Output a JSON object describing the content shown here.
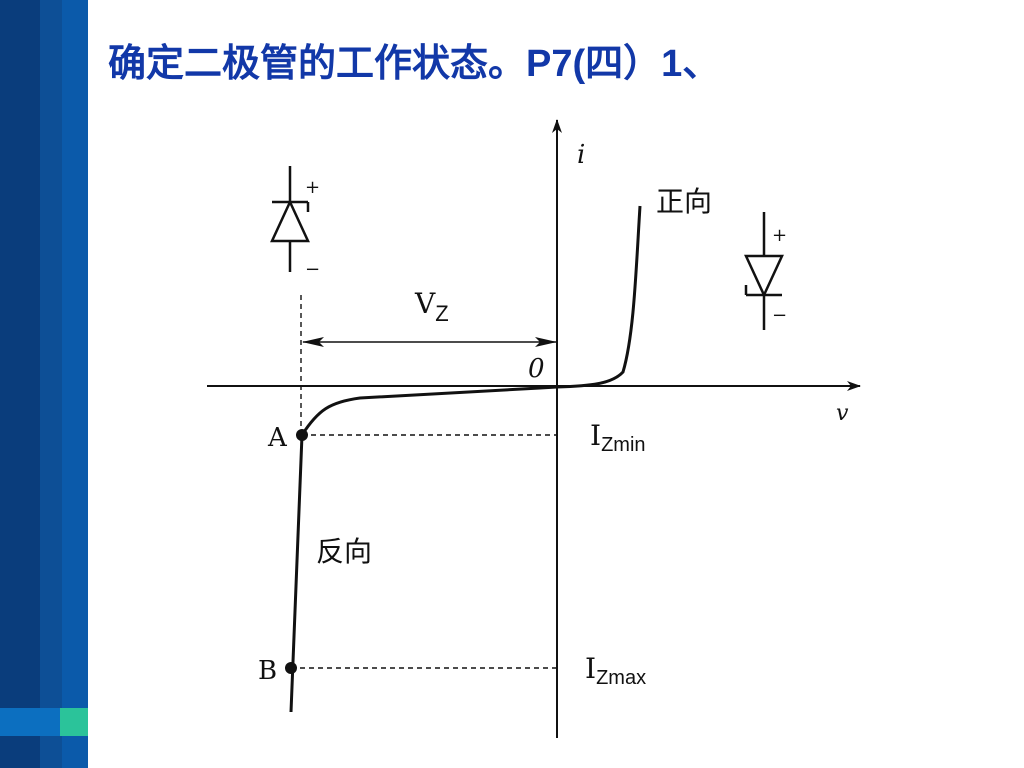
{
  "title": {
    "text": "确定二极管的工作状态。",
    "suffix": "P7(四）1、"
  },
  "diagram": {
    "axis_y": "i",
    "axis_x": "v",
    "origin": "0",
    "forward": "正向",
    "reverse": "反向",
    "vz_main": "V",
    "vz_sub": "Z",
    "point_a": "A",
    "point_b": "B",
    "izmin_main": "I",
    "izmin_sub": "Zmin",
    "izmax_main": "I",
    "izmax_sub": "Zmax",
    "plus": "+",
    "minus": "−"
  },
  "colors": {
    "sidebar_dark": "#0a3d7c",
    "sidebar_mid": "#0b5aaa",
    "accent_green": "#2bc39a",
    "title": "#1238a8"
  }
}
